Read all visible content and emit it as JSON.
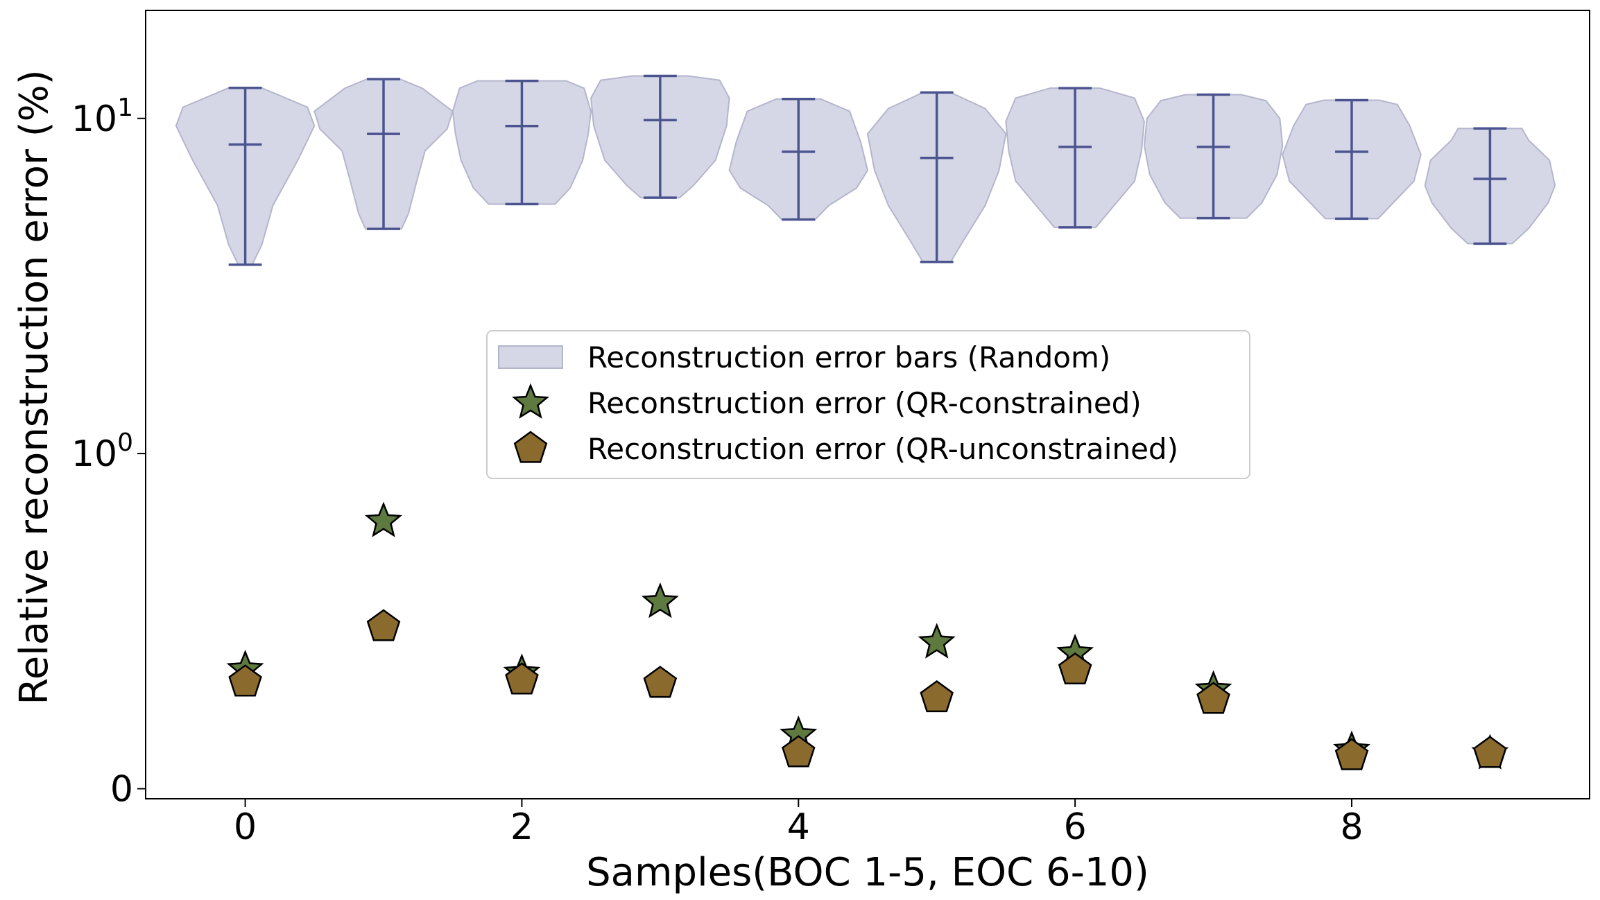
{
  "chart_data": {
    "type": "violin+scatter",
    "xlabel": "Samples(BOC 1-5, EOC 6-10)",
    "ylabel": "Relative reconstruction error (%)",
    "yscale": "symlog",
    "xlim": [
      -0.72,
      9.72
    ],
    "ylim": [
      -0.03,
      21
    ],
    "x_ticks": [
      0,
      2,
      4,
      6,
      8
    ],
    "y_ticks": [
      {
        "value": 0,
        "base": "0",
        "exp": ""
      },
      {
        "value": 1,
        "base": "10",
        "exp": "0"
      },
      {
        "value": 10,
        "base": "10",
        "exp": "1"
      }
    ],
    "legend": {
      "position": "center",
      "entries": [
        {
          "label": "Reconstruction error bars (Random)",
          "marker": "violin"
        },
        {
          "label": "Reconstruction error (QR-constrained)",
          "marker": "star"
        },
        {
          "label": "Reconstruction error (QR-unconstrained)",
          "marker": "pentagon"
        }
      ]
    },
    "colors": {
      "violin_fill": "#d6d7e6",
      "violin_edge": "#b3b5cc",
      "violin_line": "#4c5490",
      "constrained": "#5f7a3f",
      "unconstrained": "#8b6a2e",
      "marker_edge": "#000000"
    },
    "violins": [
      {
        "x": 0,
        "min": 3.66,
        "median": 8.36,
        "max": 12.33,
        "shape": [
          [
            3.66,
            0.05
          ],
          [
            4.2,
            0.12
          ],
          [
            5.5,
            0.2
          ],
          [
            7.5,
            0.38
          ],
          [
            9.5,
            0.5
          ],
          [
            10.8,
            0.45
          ],
          [
            12.33,
            0.12
          ]
        ]
      },
      {
        "x": 1,
        "min": 4.68,
        "median": 8.99,
        "max": 13.1,
        "shape": [
          [
            4.68,
            0.13
          ],
          [
            5.2,
            0.18
          ],
          [
            6.5,
            0.24
          ],
          [
            8.0,
            0.3
          ],
          [
            9.3,
            0.46
          ],
          [
            10.5,
            0.5
          ],
          [
            12.3,
            0.28
          ],
          [
            13.1,
            0.12
          ]
        ]
      },
      {
        "x": 2,
        "min": 5.55,
        "median": 9.49,
        "max": 12.94,
        "shape": [
          [
            5.55,
            0.24
          ],
          [
            6.2,
            0.35
          ],
          [
            7.5,
            0.44
          ],
          [
            9.0,
            0.48
          ],
          [
            10.5,
            0.5
          ],
          [
            12.3,
            0.45
          ],
          [
            12.94,
            0.32
          ]
        ]
      },
      {
        "x": 3,
        "min": 5.8,
        "median": 9.88,
        "max": 13.39,
        "shape": [
          [
            5.8,
            0.14
          ],
          [
            6.3,
            0.24
          ],
          [
            7.5,
            0.4
          ],
          [
            9.5,
            0.48
          ],
          [
            11.5,
            0.5
          ],
          [
            13.0,
            0.43
          ],
          [
            13.39,
            0.2
          ]
        ]
      },
      {
        "x": 4,
        "min": 4.99,
        "median": 7.95,
        "max": 11.43,
        "shape": [
          [
            4.99,
            0.12
          ],
          [
            5.5,
            0.22
          ],
          [
            6.2,
            0.42
          ],
          [
            7.0,
            0.5
          ],
          [
            8.5,
            0.45
          ],
          [
            10.5,
            0.37
          ],
          [
            11.43,
            0.16
          ]
        ]
      },
      {
        "x": 5,
        "min": 3.73,
        "median": 7.62,
        "max": 11.95,
        "shape": [
          [
            3.73,
            0.1
          ],
          [
            4.3,
            0.19
          ],
          [
            5.5,
            0.35
          ],
          [
            7.0,
            0.45
          ],
          [
            9.0,
            0.5
          ],
          [
            10.7,
            0.35
          ],
          [
            11.95,
            0.1
          ]
        ]
      },
      {
        "x": 6,
        "min": 4.73,
        "median": 8.22,
        "max": 12.31,
        "shape": [
          [
            4.73,
            0.15
          ],
          [
            5.3,
            0.25
          ],
          [
            6.5,
            0.43
          ],
          [
            8.0,
            0.48
          ],
          [
            9.8,
            0.5
          ],
          [
            11.5,
            0.43
          ],
          [
            12.31,
            0.18
          ]
        ]
      },
      {
        "x": 7,
        "min": 5.04,
        "median": 8.22,
        "max": 11.77,
        "shape": [
          [
            5.04,
            0.24
          ],
          [
            5.6,
            0.35
          ],
          [
            6.8,
            0.46
          ],
          [
            8.3,
            0.5
          ],
          [
            10.0,
            0.48
          ],
          [
            11.3,
            0.38
          ],
          [
            11.77,
            0.2
          ]
        ]
      },
      {
        "x": 8,
        "min": 5.02,
        "median": 7.95,
        "max": 11.33,
        "shape": [
          [
            5.02,
            0.19
          ],
          [
            5.6,
            0.3
          ],
          [
            6.5,
            0.45
          ],
          [
            7.8,
            0.5
          ],
          [
            9.5,
            0.42
          ],
          [
            11.0,
            0.33
          ],
          [
            11.33,
            0.2
          ]
        ]
      },
      {
        "x": 9,
        "min": 4.23,
        "median": 6.6,
        "max": 9.33,
        "shape": [
          [
            4.23,
            0.16
          ],
          [
            4.7,
            0.28
          ],
          [
            5.6,
            0.42
          ],
          [
            6.3,
            0.47
          ],
          [
            7.5,
            0.43
          ],
          [
            8.6,
            0.28
          ],
          [
            9.33,
            0.23
          ]
        ]
      }
    ],
    "series": [
      {
        "name": "Reconstruction error (QR-constrained)",
        "marker": "star",
        "x": [
          0,
          1,
          2,
          3,
          4,
          5,
          6,
          7,
          8,
          9
        ],
        "y": [
          0.356,
          0.798,
          0.345,
          0.557,
          0.16,
          0.436,
          0.404,
          0.295,
          0.115,
          0.105
        ]
      },
      {
        "name": "Reconstruction error (QR-unconstrained)",
        "marker": "pentagon",
        "x": [
          0,
          1,
          2,
          3,
          4,
          5,
          6,
          7,
          8,
          9
        ],
        "y": [
          0.318,
          0.483,
          0.324,
          0.314,
          0.107,
          0.271,
          0.354,
          0.266,
          0.098,
          0.105
        ]
      }
    ]
  }
}
